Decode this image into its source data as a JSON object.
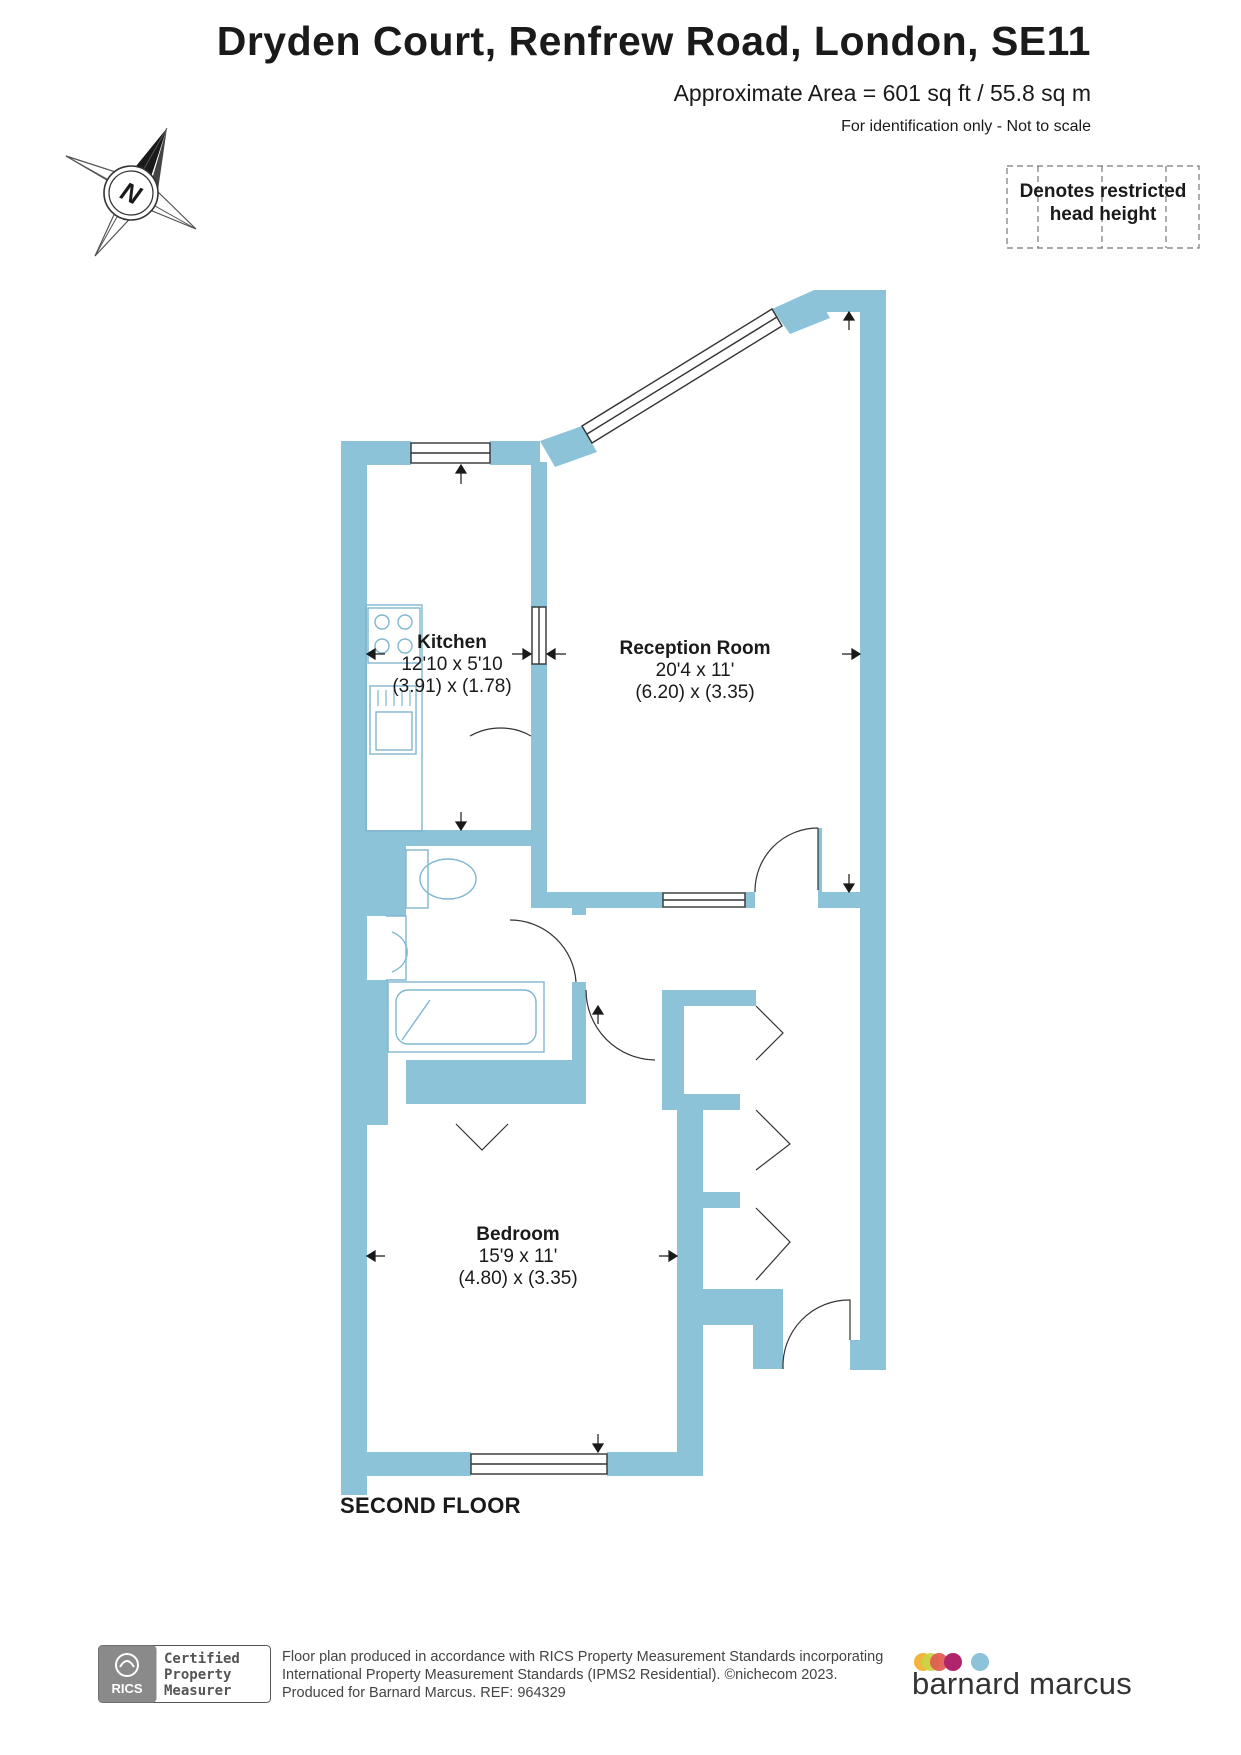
{
  "header": {
    "title": "Dryden Court, Renfrew Road, London, SE11",
    "area": "Approximate Area = 601 sq ft / 55.8 sq m",
    "identification": "For identification only - Not to scale"
  },
  "legend": {
    "line1": "Denotes restricted",
    "line2": "head height"
  },
  "compass": {
    "label": "N"
  },
  "rooms": {
    "kitchen": {
      "name": "Kitchen",
      "imperial": "12'10 x 5'10",
      "metric": "(3.91) x (1.78)"
    },
    "reception": {
      "name": "Reception Room",
      "imperial": "20'4 x 11'",
      "metric": "(6.20) x (3.35)"
    },
    "bedroom": {
      "name": "Bedroom",
      "imperial": "15'9 x 11'",
      "metric": "(4.80) x (3.35)"
    }
  },
  "floor_label": "SECOND FLOOR",
  "footer": {
    "line1": "Floor plan produced in accordance with RICS Property Measurement Standards incorporating",
    "line2": "International Property Measurement Standards (IPMS2 Residential).  ©nichecom 2023.",
    "line3": "Produced for Barnard Marcus.    REF:  964329"
  },
  "rics_badge": {
    "mark": "RICS",
    "line1": "Certified",
    "line2": "Property",
    "line3": "Measurer"
  },
  "brand": {
    "name": "barnard marcus"
  },
  "colors": {
    "wall": "#8cc3d9",
    "fixture": "#7fb7cf",
    "text": "#1a1a1a",
    "brand_dots": [
      "#f2b134",
      "#c7d546",
      "#e0564f",
      "#b0246b",
      "#8cc3d9"
    ]
  }
}
